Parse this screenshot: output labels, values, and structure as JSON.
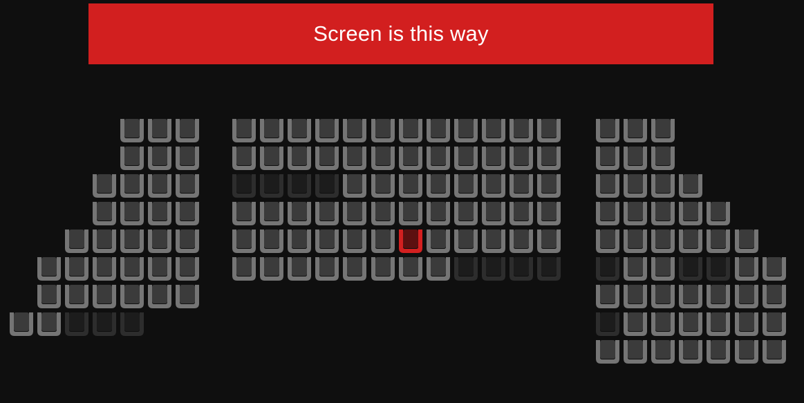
{
  "screen_banner": {
    "label": "Screen is this way"
  },
  "colors": {
    "background": "#0f0f0f",
    "banner": "#d21f1f",
    "seat_available_outer": "#757575",
    "seat_available_inner": "#3b3b3b",
    "seat_unavailable_outer": "#2d2d2d",
    "seat_unavailable_inner": "#1c1c1c",
    "seat_selected_outer": "#d32020",
    "seat_selected_inner": "#5c1010"
  },
  "seat_legend": {
    "a": "available",
    "x": "unavailable",
    "s": "selected",
    "_": "no seat"
  },
  "sections": [
    {
      "name": "left",
      "rows": [
        "____aaa",
        "____aaa",
        "___aaaa",
        "___aaaa",
        "__aaaaa",
        "_aaaaaa",
        "_aaaaaa",
        "aaxxx__"
      ]
    },
    {
      "name": "center",
      "rows": [
        "aaaaaaaaaaaa",
        "aaaaaaaaaaaa",
        "xxxxaaaaaaaa",
        "aaaaaaaaaaaa",
        "aaaaaasaaaaa",
        "aaaaaaaaxxxx"
      ]
    },
    {
      "name": "right",
      "rows": [
        "aaa",
        "aaa",
        "aaaa",
        "aaaaa",
        "aaaaaa",
        "xaaxxaa",
        "aaaaaaa",
        "xaaaaaa",
        "aaaaaaa"
      ]
    }
  ]
}
